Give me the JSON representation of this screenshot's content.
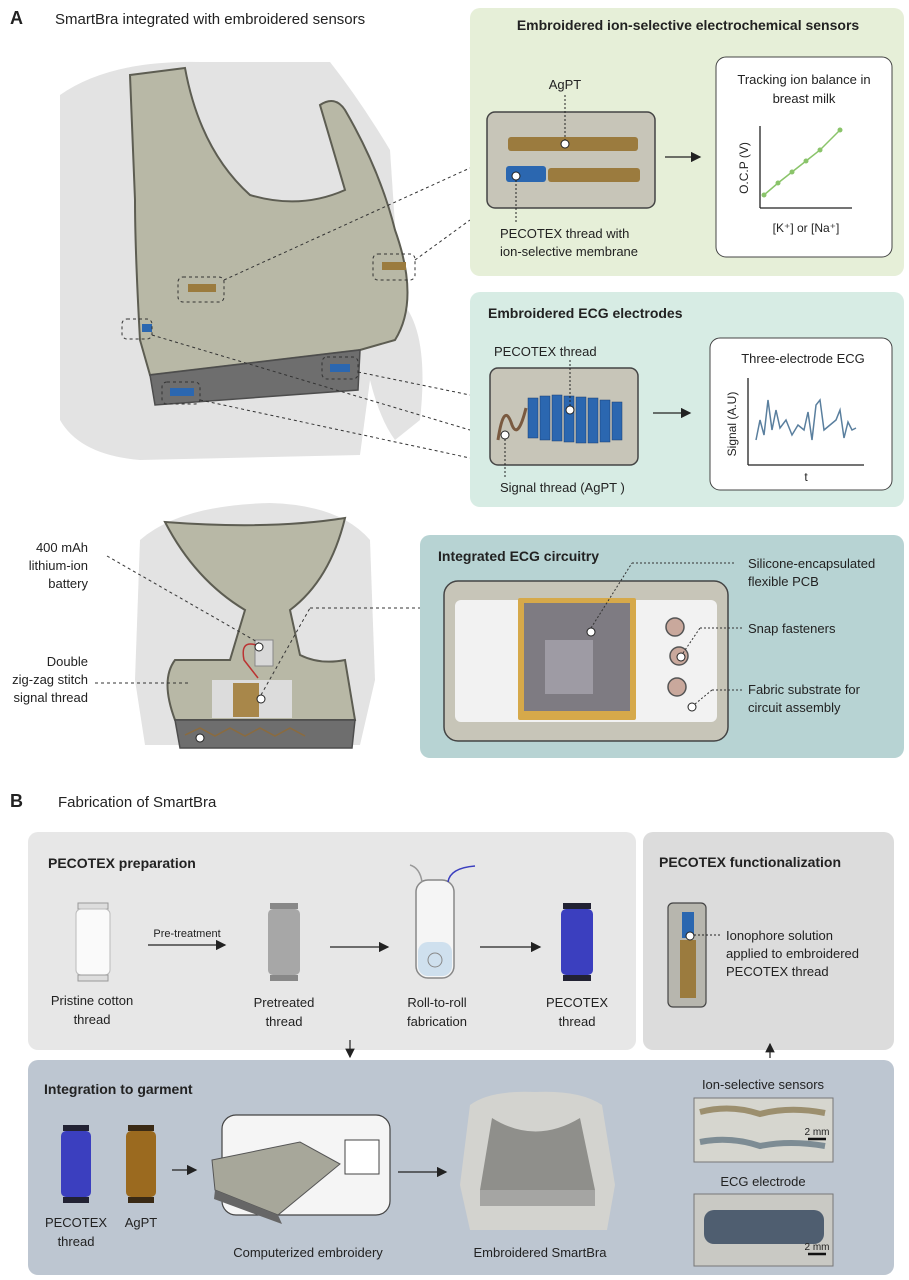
{
  "panel_a": {
    "letter": "A",
    "title": "SmartBra integrated with embroidered sensors",
    "ion_box": {
      "title": "Embroidered ion-selective electrochemical sensors",
      "agpt": "AgPT",
      "pecotex_1": "PECOTEX thread with",
      "pecotex_2": "ion-selective membrane",
      "plot_title_1": "Tracking ion balance in",
      "plot_title_2": "breast milk",
      "ylabel": "O.C.P (V)",
      "xlabel": "[K⁺] or [Na⁺]"
    },
    "ecg_box": {
      "title": "Embroidered ECG electrodes",
      "pecotex": "PECOTEX thread",
      "signal": "Signal thread (AgPT )",
      "plot_title": "Three-electrode ECG",
      "ylabel": "Signal (A.U)",
      "xlabel": "t"
    },
    "back": {
      "battery_1": "400 mAh",
      "battery_2": "lithium-ion",
      "battery_3": "battery",
      "zigzag_1": "Double",
      "zigzag_2": "zig-zag stitch",
      "zigzag_3": "signal thread"
    },
    "circuit_box": {
      "title": "Integrated ECG circuitry",
      "pcb_1": "Silicone-encapsulated",
      "pcb_2": "flexible PCB",
      "snap": "Snap fasteners",
      "fabric_1": "Fabric substrate for",
      "fabric_2": "circuit assembly"
    }
  },
  "panel_b": {
    "letter": "B",
    "title": "Fabrication of SmartBra",
    "prep": {
      "title": "PECOTEX preparation",
      "pretreatment": "Pre-treatment",
      "pristine_1": "Pristine cotton",
      "pristine_2": "thread",
      "pretreated_1": "Pretreated",
      "pretreated_2": "thread",
      "roll_1": "Roll-to-roll",
      "roll_2": "fabrication",
      "pecotex_1": "PECOTEX",
      "pecotex_2": "thread"
    },
    "func": {
      "title": "PECOTEX functionalization",
      "line_1": "Ionophore solution",
      "line_2": "applied to embroidered",
      "line_3": "PECOTEX thread"
    },
    "integration": {
      "title": "Integration to garment",
      "pecotex_1": "PECOTEX",
      "pecotex_2": "thread",
      "agpt": "AgPT",
      "embroidery": "Computerized embroidery",
      "smartbra": "Embroidered SmartBra",
      "ion_sensors": "Ion-selective sensors",
      "scale_1": "2 mm",
      "ecg_electrode": "ECG electrode",
      "scale_2": "2 mm"
    }
  },
  "colors": {
    "green_box": "#e6efd8",
    "teal_box": "#d7ece4",
    "circuit_box": "#b7d3d3",
    "prep_box": "#e7e7e7",
    "integration_box": "#bdc6d1",
    "garment": "#b8b8a6",
    "band": "#6e6e6e",
    "blue_thread": "#2b67b0",
    "agpt_thread": "#9b7b3e",
    "plot_green": "#8ac46a",
    "ecg_line": "#5a7f9e",
    "pecotex_spool": "#3b3fbf"
  }
}
